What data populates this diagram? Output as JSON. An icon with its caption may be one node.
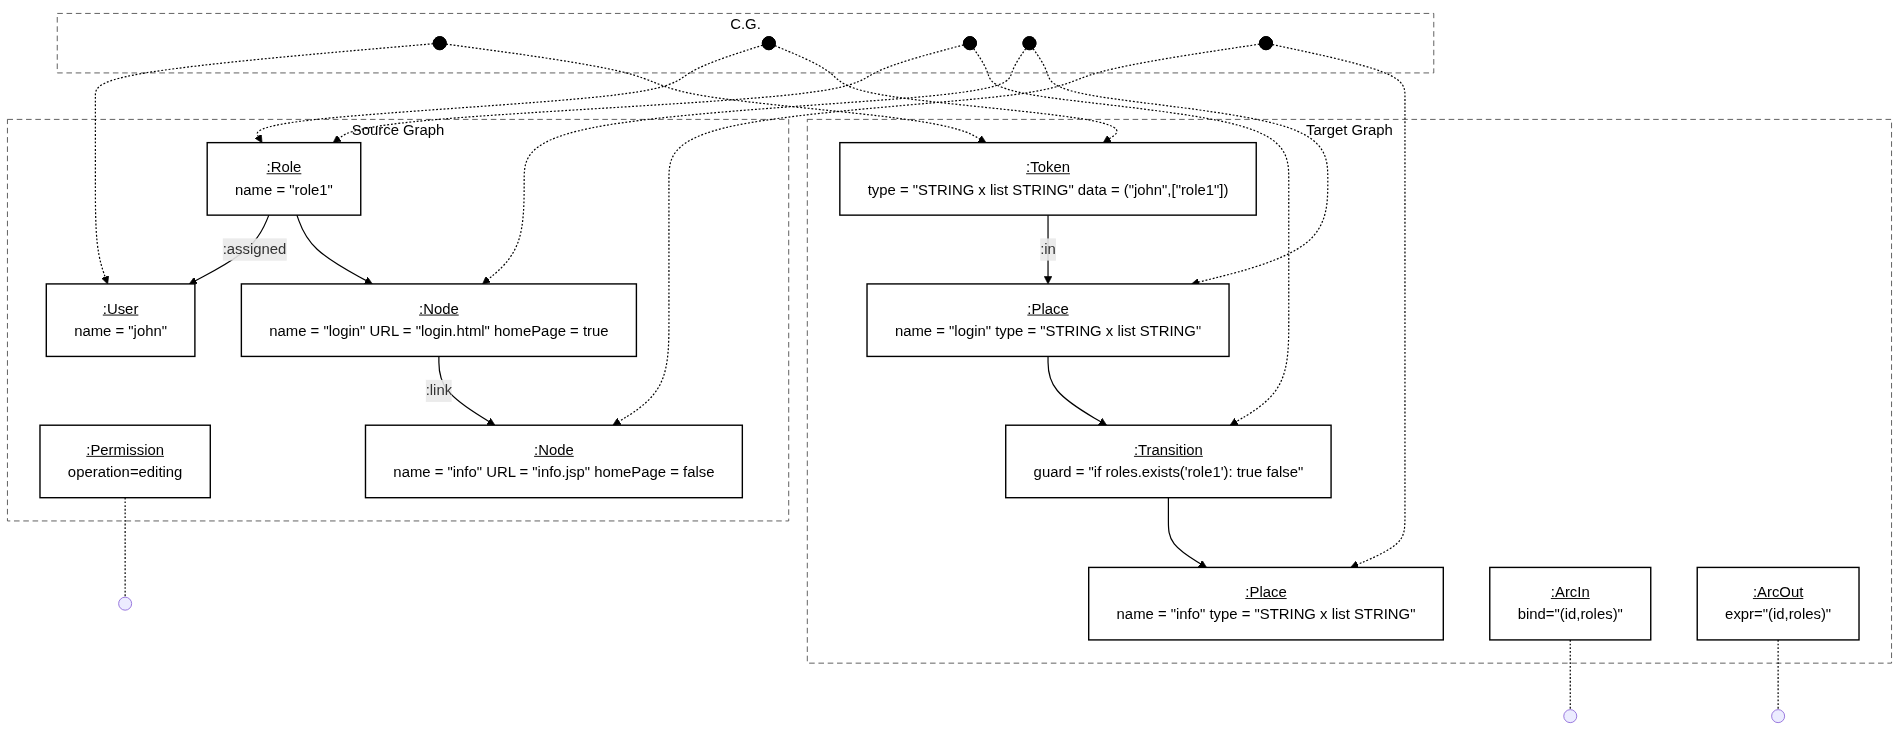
{
  "diagram": {
    "nodes": [
      {
        "text": [
          "Source Graph"
        ]
      },
      {
        "text": [
          ":User",
          "name = \"john\""
        ],
        "in": 0
      },
      {
        "text": [
          ":Role",
          "name = \"role1\""
        ],
        "in": 0
      },
      {
        "text": [
          ":Permission",
          "operation=editing"
        ],
        "in": 0
      },
      {
        "text": [
          ":Node",
          "name = \"login\" URL = \"login.html\" homePage = true"
        ],
        "in": 0
      },
      {
        "text": [
          ":Node",
          "name = \"info\" URL = \"info.jsp\" homePage = false"
        ],
        "in": 0
      },
      {
        "text": [
          "C.G."
        ]
      },
      {
        "text": [],
        "shape": "circle",
        "in": 6
      },
      {
        "text": [],
        "shape": "circle",
        "in": 6
      },
      {
        "text": [],
        "shape": "circle",
        "in": 6
      },
      {
        "text": [],
        "shape": "circle",
        "in": 6
      },
      {
        "text": [],
        "shape": "circle",
        "in": 6
      },
      {
        "text": [
          "Target Graph"
        ]
      },
      {
        "text": [
          ":Token",
          "type = \"STRING x list STRING\" data = (\"john\",[\"role1\"])"
        ],
        "in": 12
      },
      {
        "text": [
          ":Place",
          "name = \"login\" type = \"STRING x list STRING\""
        ],
        "in": 12
      },
      {
        "text": [
          ":Transition",
          "guard = \"if roles.exists('role1'): true false\""
        ],
        "in": 12
      },
      {
        "text": [
          ":Place",
          "name = \"info\" type = \"STRING x list STRING\""
        ],
        "in": 12
      },
      {
        "text": [
          ":ArcIn",
          "bind=\"(id,roles)\""
        ],
        "in": 12
      },
      {
        "text": [
          ":ArcOut",
          "expr=\"(id,roles)\""
        ],
        "in": 12
      }
    ],
    "edges": [
      {
        "from": 2,
        "to": 1,
        "arrow": "to",
        "label": ":assigned"
      },
      {
        "from": 2,
        "to": 4,
        "arrow": "to"
      },
      {
        "from": 3,
        "to": null,
        "arrow": "none",
        "style": "dashed"
      },
      {
        "from": 4,
        "to": 5,
        "arrow": "to",
        "label": ":link"
      },
      {
        "from": 7,
        "to": 1,
        "arrow": "to",
        "style": "dashed"
      },
      {
        "from": 7,
        "to": 13,
        "arrow": "to",
        "style": "dashed"
      },
      {
        "from": 8,
        "to": 2,
        "arrow": "to",
        "style": "dashed"
      },
      {
        "from": 8,
        "to": 13,
        "arrow": "to",
        "style": "dashed"
      },
      {
        "from": 9,
        "to": 2,
        "arrow": "to",
        "style": "dashed"
      },
      {
        "from": 9,
        "to": 15,
        "arrow": "to",
        "style": "dashed"
      },
      {
        "from": 10,
        "to": 4,
        "arrow": "to",
        "style": "dashed"
      },
      {
        "from": 10,
        "to": 14,
        "arrow": "to",
        "style": "dashed"
      },
      {
        "from": 11,
        "to": 5,
        "arrow": "to",
        "style": "dashed"
      },
      {
        "from": 11,
        "to": 16,
        "arrow": "to",
        "style": "dashed"
      },
      {
        "from": 13,
        "to": 14,
        "arrow": "to",
        "label": ":in"
      },
      {
        "from": 14,
        "to": 15,
        "arrow": "to"
      },
      {
        "from": 17,
        "to": null,
        "arrow": "none",
        "style": "dashed"
      },
      {
        "from": 15,
        "to": 16,
        "arrow": "to"
      },
      {
        "from": 18,
        "to": null,
        "arrow": "none",
        "style": "dashed"
      }
    ]
  }
}
